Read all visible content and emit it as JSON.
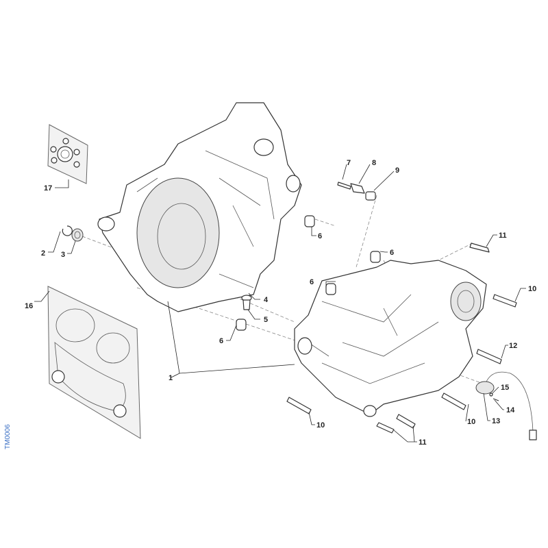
{
  "diagram": {
    "code": "TM0006",
    "callouts": {
      "c1": "1",
      "c2": "2",
      "c3": "3",
      "c4": "4",
      "c5": "5",
      "c6a": "6",
      "c6b": "6",
      "c6c": "6",
      "c6d": "6",
      "c7": "7",
      "c8": "8",
      "c9": "9",
      "c10a": "10",
      "c10b": "10",
      "c10c": "10",
      "c11a": "11",
      "c11b": "11",
      "c12": "12",
      "c13": "13",
      "c14": "14",
      "c15": "15",
      "c16": "16",
      "c17": "17"
    }
  }
}
